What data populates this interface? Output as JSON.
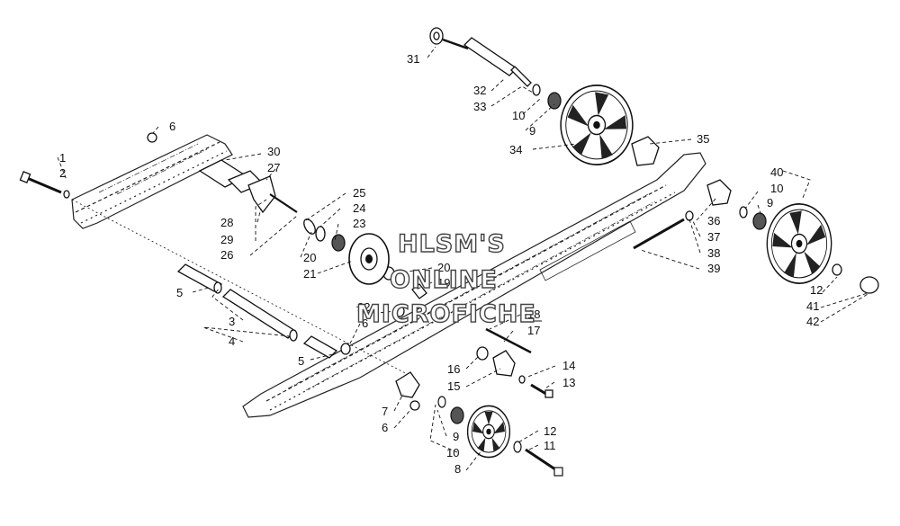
{
  "watermark": {
    "line1": "HLSM'S",
    "line2": "ONLINE",
    "line3": "MICROFICHE"
  },
  "callouts": [
    {
      "id": "c1",
      "text": "1"
    },
    {
      "id": "c2",
      "text": "2"
    },
    {
      "id": "c3",
      "text": "3"
    },
    {
      "id": "c4",
      "text": "4"
    },
    {
      "id": "c5a",
      "text": "5"
    },
    {
      "id": "c5b",
      "text": "5"
    },
    {
      "id": "c6a",
      "text": "6"
    },
    {
      "id": "c6b",
      "text": "6"
    },
    {
      "id": "c6c",
      "text": "6"
    },
    {
      "id": "c7",
      "text": "7"
    },
    {
      "id": "c8",
      "text": "8"
    },
    {
      "id": "c9a",
      "text": "9"
    },
    {
      "id": "c9b",
      "text": "9"
    },
    {
      "id": "c9c",
      "text": "9"
    },
    {
      "id": "c10a",
      "text": "10"
    },
    {
      "id": "c10b",
      "text": "10"
    },
    {
      "id": "c10c",
      "text": "10"
    },
    {
      "id": "c11",
      "text": "11"
    },
    {
      "id": "c12a",
      "text": "12"
    },
    {
      "id": "c12b",
      "text": "12"
    },
    {
      "id": "c13",
      "text": "13"
    },
    {
      "id": "c14",
      "text": "14"
    },
    {
      "id": "c15",
      "text": "15"
    },
    {
      "id": "c16",
      "text": "16"
    },
    {
      "id": "c17",
      "text": "17"
    },
    {
      "id": "c18",
      "text": "18"
    },
    {
      "id": "c19",
      "text": "19"
    },
    {
      "id": "c20a",
      "text": "20"
    },
    {
      "id": "c20b",
      "text": "20"
    },
    {
      "id": "c21",
      "text": "21"
    },
    {
      "id": "c22",
      "text": "22"
    },
    {
      "id": "c23",
      "text": "23"
    },
    {
      "id": "c24",
      "text": "24"
    },
    {
      "id": "c25",
      "text": "25"
    },
    {
      "id": "c26",
      "text": "26"
    },
    {
      "id": "c27",
      "text": "27"
    },
    {
      "id": "c28",
      "text": "28"
    },
    {
      "id": "c29",
      "text": "29"
    },
    {
      "id": "c30",
      "text": "30"
    },
    {
      "id": "c31",
      "text": "31"
    },
    {
      "id": "c32",
      "text": "32"
    },
    {
      "id": "c33",
      "text": "33"
    },
    {
      "id": "c34",
      "text": "34"
    },
    {
      "id": "c35",
      "text": "35"
    },
    {
      "id": "c36",
      "text": "36"
    },
    {
      "id": "c37",
      "text": "37"
    },
    {
      "id": "c38",
      "text": "38"
    },
    {
      "id": "c39",
      "text": "39"
    },
    {
      "id": "c40",
      "text": "40"
    },
    {
      "id": "c41",
      "text": "41"
    },
    {
      "id": "c42",
      "text": "42"
    }
  ]
}
